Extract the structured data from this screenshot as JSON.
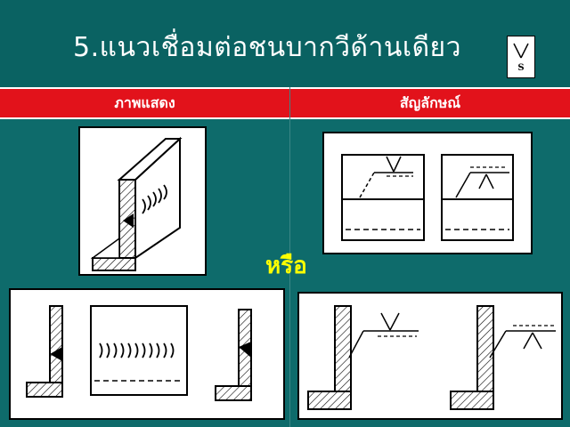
{
  "title": "5.แนวเชื่อมต่อชนบากวีด้านเดียว",
  "title_symbol": {
    "icon": "single-v-groove-weld-symbol-icon",
    "label": "S"
  },
  "columns": {
    "left_header": "ภาพแสดง",
    "right_header": "สัญลักษณ์"
  },
  "or_label": "หรือ",
  "colors": {
    "background": "#0e6b6b",
    "header_bar": "#e2121b",
    "or_label": "#ffff00"
  }
}
